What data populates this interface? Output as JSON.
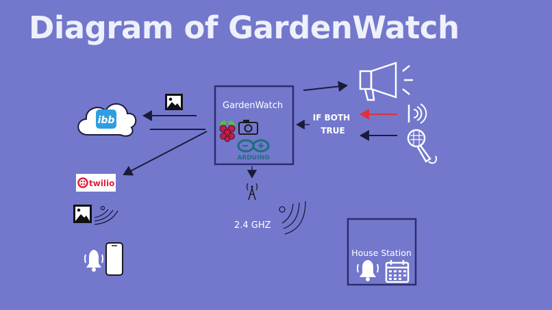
{
  "title": "Diagram of GardenWatch",
  "main_box": {
    "label": "GardenWatch",
    "arduino_logo_text": "ARDUINO"
  },
  "condition": {
    "line1": "IF BOTH",
    "line2": "TRUE"
  },
  "radio": {
    "frequency": "2.4 GHZ"
  },
  "house_station": {
    "label": "House Station"
  },
  "services": {
    "ibb_logo_text": "ibb",
    "twilio_logo_text": "twilio"
  },
  "colors": {
    "background": "#7378cc",
    "box_border": "#2b2d6e",
    "arrow": "#1a1a3a",
    "alert_arrow": "#e0303a",
    "twilio_red": "#e31e3f",
    "ibb_blue": "#2f9ee0"
  }
}
